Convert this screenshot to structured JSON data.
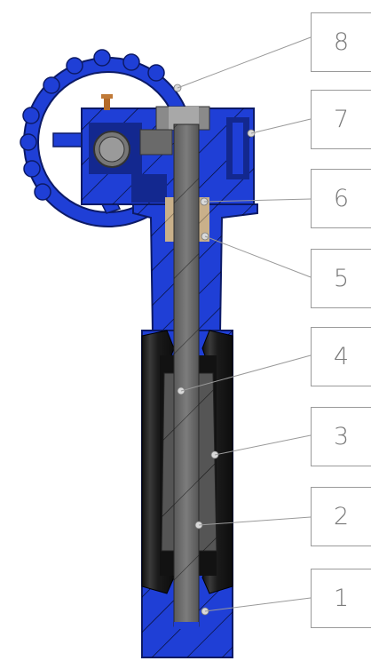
{
  "callouts": [
    {
      "number": "8"
    },
    {
      "number": "7"
    },
    {
      "number": "6"
    },
    {
      "number": "5"
    },
    {
      "number": "4"
    },
    {
      "number": "3"
    },
    {
      "number": "2"
    },
    {
      "number": "1"
    }
  ],
  "colors": {
    "body_blue": "#1f3fd6",
    "body_blue_dark": "#142a9e",
    "stem_gray": "#6d6d6d",
    "seat_black": "#1a1a1a",
    "leader_gray": "#9a9a9a",
    "label_gray": "#7a7a7a"
  }
}
